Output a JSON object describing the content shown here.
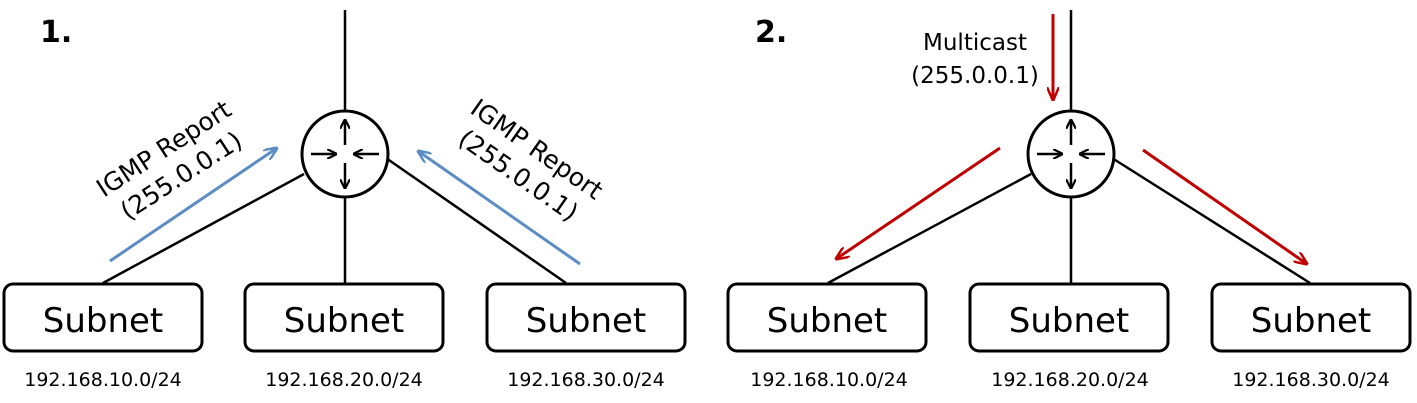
{
  "panels": [
    {
      "step": "1.",
      "subnets": [
        {
          "label": "Subnet",
          "cidr": "192.168.10.0/24"
        },
        {
          "label": "Subnet",
          "cidr": "192.168.20.0/24"
        },
        {
          "label": "Subnet",
          "cidr": "192.168.30.0/24"
        }
      ],
      "left_msg": {
        "line1": "IGMP Report",
        "line2": "(255.0.0.1)"
      },
      "right_msg": {
        "line1": "IGMP Report",
        "line2": "(255.0.0.1)"
      }
    },
    {
      "step": "2.",
      "subnets": [
        {
          "label": "Subnet",
          "cidr": "192.168.10.0/24"
        },
        {
          "label": "Subnet",
          "cidr": "192.168.20.0/24"
        },
        {
          "label": "Subnet",
          "cidr": "192.168.30.0/24"
        }
      ],
      "multicast": {
        "line1": "Multicast",
        "line2": "(255.0.0.1)"
      }
    }
  ],
  "colors": {
    "report_arrow": "#5b8cc4",
    "multicast_arrow": "#c00000",
    "line": "#000000"
  }
}
